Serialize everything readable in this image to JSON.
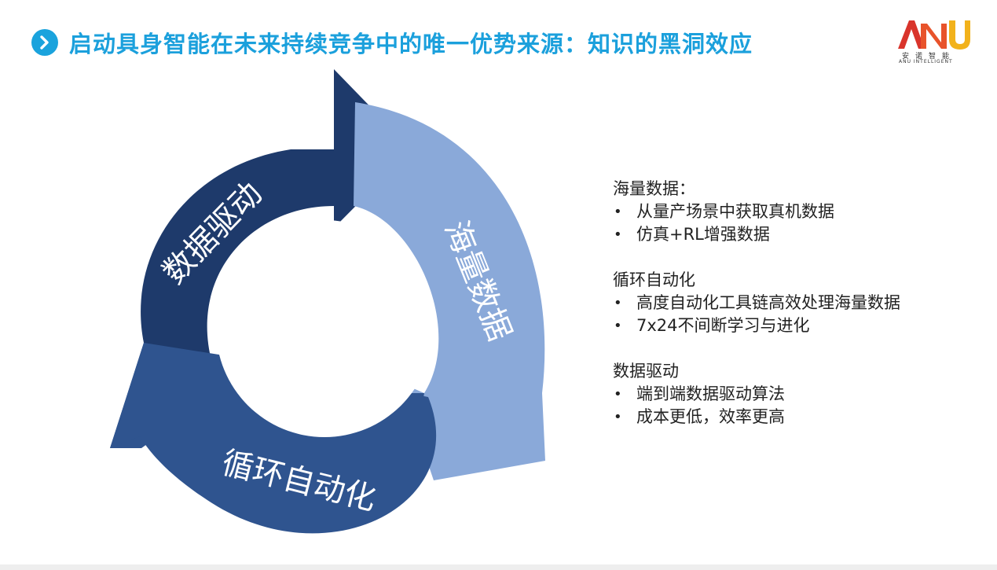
{
  "header": {
    "title": "启动具身智能在未来持续竞争中的唯一优势来源：知识的黑洞效应",
    "marker_icon": "chevron-right-icon",
    "accent_color": "#1ba0dc"
  },
  "logo": {
    "mark": "ANU",
    "chinese": "安诺智能",
    "english": "ANU INTELLIGENT",
    "brand_color": "#d9342b",
    "accent_color": "#f2b21b"
  },
  "cycle": {
    "segments": [
      {
        "label": "数据驱动",
        "color": "#1e3a6b"
      },
      {
        "label": "海量数据",
        "color": "#8aa9d9"
      },
      {
        "label": "循环自动化",
        "color": "#2f548f"
      }
    ]
  },
  "side_panel": {
    "groups": [
      {
        "heading": "海量数据：",
        "items": [
          "从量产场景中获取真机数据",
          "仿真+RL增强数据"
        ]
      },
      {
        "heading": "循环自动化",
        "items": [
          "高度自动化工具链高效处理海量数据",
          "7x24不间断学习与进化"
        ]
      },
      {
        "heading": "数据驱动",
        "items": [
          "端到端数据驱动算法",
          "成本更低，效率更高"
        ]
      }
    ]
  }
}
